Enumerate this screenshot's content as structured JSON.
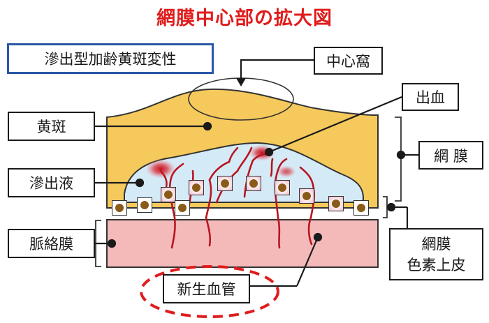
{
  "title": "網膜中心部の拡大図",
  "labels": {
    "condition": "滲出型加齢黄斑変性",
    "fovea": "中心窩",
    "hemorrhage": "出血",
    "macula": "黄斑",
    "retina": "網 膜",
    "exudate": "滲出液",
    "rpe_line1": "網膜",
    "rpe_line2": "色素上皮",
    "choroid": "脈絡膜",
    "neovessel": "新生血管"
  },
  "colors": {
    "title": "#e01c1c",
    "condition_border": "#2a57a6",
    "macula_fill": "#f5c95c",
    "exudate_fill": "#d4ebf7",
    "choroid_fill": "#f4b9b9",
    "vessel": "#b81620",
    "highlight_ellipse": "#e01c1c"
  },
  "icons": [
    "neovessel-icon",
    "hemorrhage-icon",
    "fovea-dip-icon",
    "pointer-arrow-icon"
  ]
}
